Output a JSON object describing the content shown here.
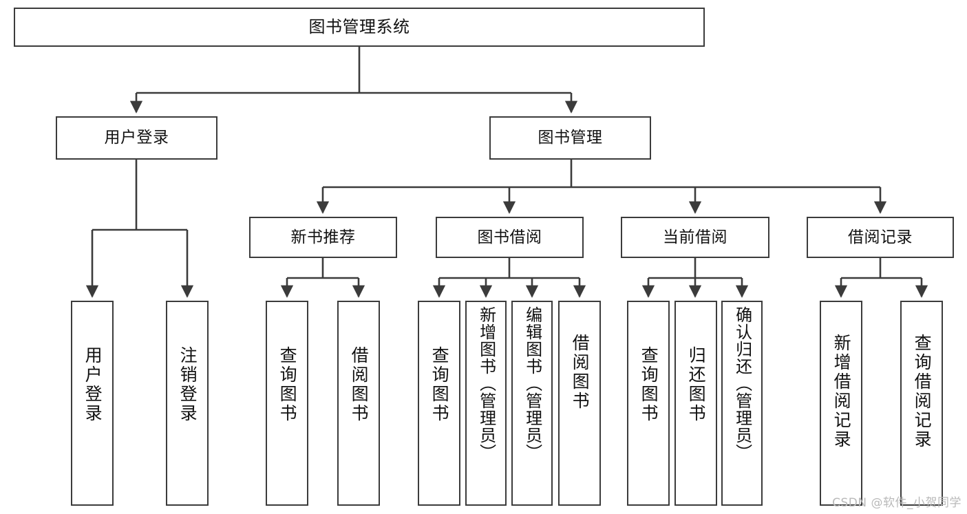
{
  "diagram": {
    "title": "图书管理系统",
    "type": "tree-hierarchy-chart",
    "watermark": "CSDN @软件_小贺同学",
    "stroke_color": "#3b3b3b",
    "fill_color": "#ffffff",
    "text_color": "#111111",
    "watermark_color": "#b9b9b9"
  },
  "nodes": {
    "root": {
      "label": "图书管理系统"
    },
    "level1": [
      {
        "label": "用户登录"
      },
      {
        "label": "图书管理"
      }
    ],
    "level2": [
      {
        "label": "新书推荐"
      },
      {
        "label": "图书借阅"
      },
      {
        "label": "当前借阅"
      },
      {
        "label": "借阅记录"
      }
    ],
    "leaves": {
      "user_login": [
        {
          "label": "用户登录"
        },
        {
          "label": "注销登录"
        }
      ],
      "new_book_recommend": [
        {
          "label": "查询图书"
        },
        {
          "label": "借阅图书"
        }
      ],
      "book_borrow": [
        {
          "label": "查询图书"
        },
        {
          "label": "新增图书（管理员）"
        },
        {
          "label": "编辑图书（管理员）"
        },
        {
          "label": "借阅图书"
        }
      ],
      "current_borrow": [
        {
          "label": "查询图书"
        },
        {
          "label": "归还图书"
        },
        {
          "label": "确认归还（管理员）"
        }
      ],
      "borrow_record": [
        {
          "label": "新增借阅记录"
        },
        {
          "label": "查询借阅记录"
        }
      ]
    }
  }
}
